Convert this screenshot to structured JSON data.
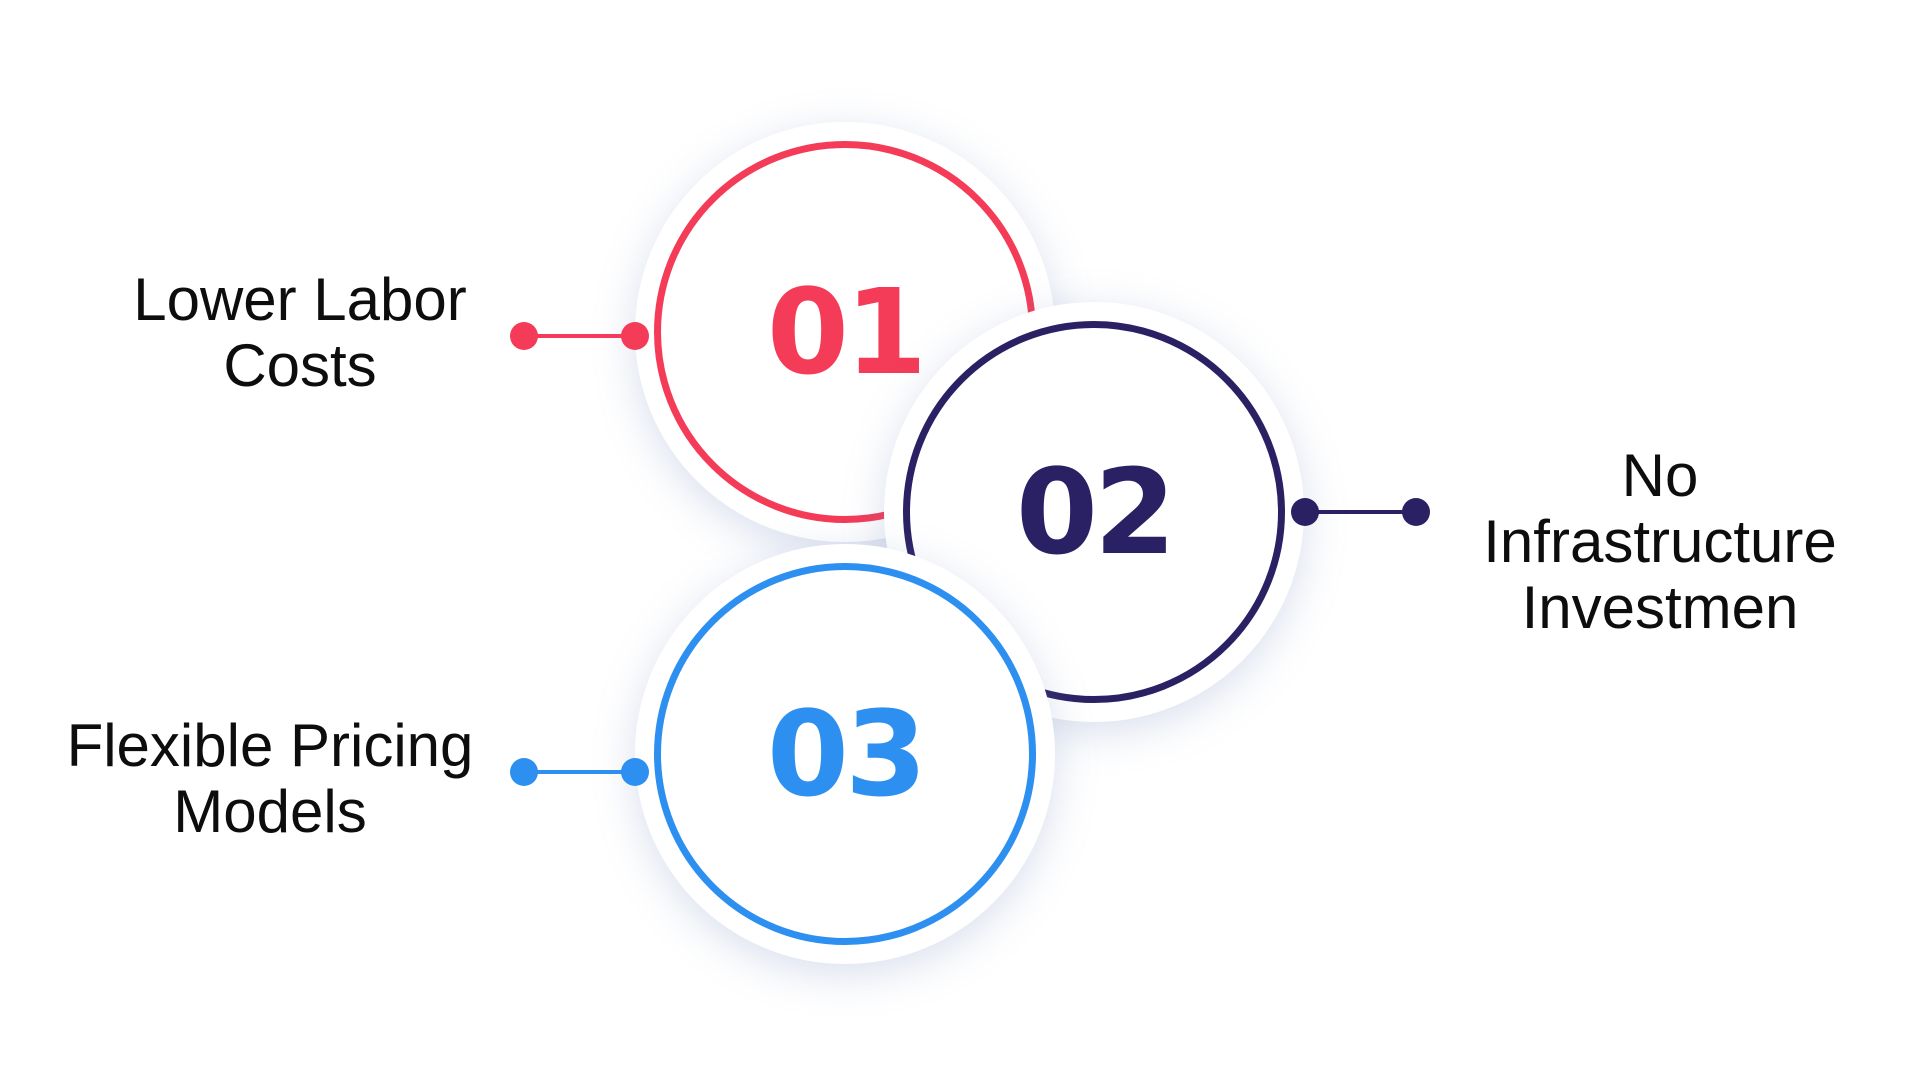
{
  "steps": [
    {
      "number": "01",
      "label_lines": [
        "Lower Labor",
        "Costs"
      ],
      "color": "#f43b57"
    },
    {
      "number": "02",
      "label_lines": [
        "No",
        "Infrastructure",
        "Investmen"
      ],
      "color": "#2a2165"
    },
    {
      "number": "03",
      "label_lines": [
        "Flexible Pricing",
        "Models"
      ],
      "color": "#2d8ff0"
    }
  ]
}
